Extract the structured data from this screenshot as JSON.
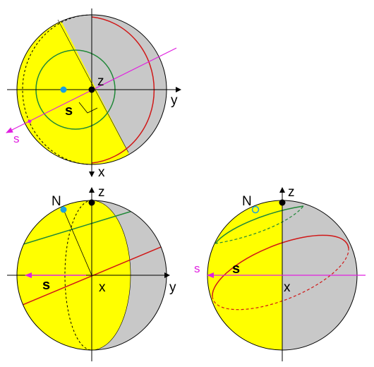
{
  "colors": {
    "lit": "#ffff00",
    "shadow": "#c8c8c8",
    "outline": "#000000",
    "orbit_red": "#d01818",
    "orbit_green": "#208838",
    "sun_vector": "#e020e0",
    "north_marker": "#1aa0e0"
  },
  "views": {
    "top": {
      "axis_y": "y",
      "axis_x": "x",
      "axis_z": "z",
      "vector_bold": "s",
      "vector_line": "s"
    },
    "side": {
      "axis_z": "z",
      "axis_y": "y",
      "axis_x": "x",
      "north": "N",
      "vector_bold": "s"
    },
    "front": {
      "axis_z": "z",
      "axis_x": "x",
      "north": "N",
      "vector_bold": "s",
      "vector_line": "s"
    }
  }
}
